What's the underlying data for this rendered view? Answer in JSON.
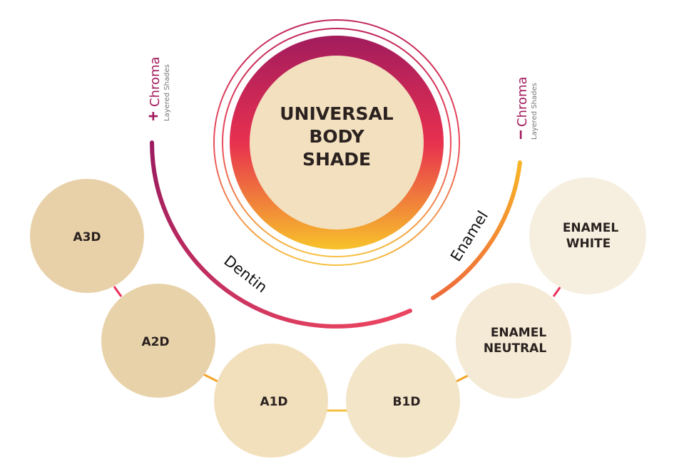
{
  "center": {
    "line1": "UNIVERSAL",
    "line2": "BODY",
    "line3": "SHADE"
  },
  "left_label": {
    "sign": "+",
    "title": "Chroma",
    "subtitle": "Layered Shades"
  },
  "right_label": {
    "sign": "−",
    "title": "Chroma",
    "subtitle": "Layered Shades"
  },
  "arc_labels": {
    "dentin": "Dentin",
    "enamel": "Enamel"
  },
  "shades": [
    {
      "line1": "A3D",
      "line2": "",
      "color": "#e8d1a8"
    },
    {
      "line1": "A2D",
      "line2": "",
      "color": "#e8d2a9"
    },
    {
      "line1": "A1D",
      "line2": "",
      "color": "#f2e0bd"
    },
    {
      "line1": "B1D",
      "line2": "",
      "color": "#f3e5c8"
    },
    {
      "line1": "ENAMEL",
      "line2": "NEUTRAL",
      "color": "#f4ead5"
    },
    {
      "line1": "ENAMEL",
      "line2": "WHITE",
      "color": "#f6efdf"
    }
  ],
  "colors": {
    "magenta": "#9b1b5f",
    "pink": "#e8305a",
    "orange": "#f4a52a",
    "core": "#f2e0bf"
  }
}
